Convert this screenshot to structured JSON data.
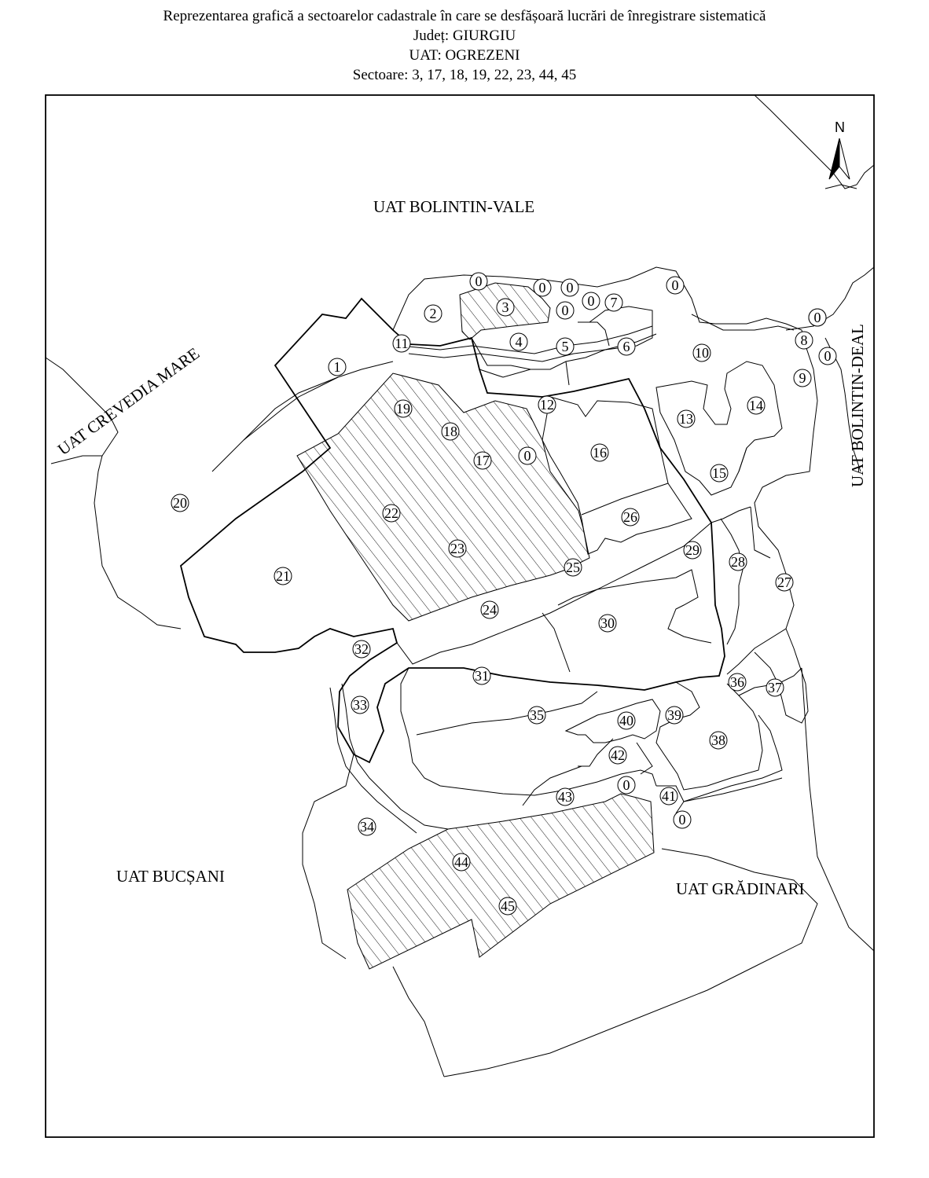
{
  "title": {
    "line1": "Reprezentarea grafică a sectoarelor cadastrale în care se desfășoară lucrări de înregistrare sistematică",
    "line2": "Județ: GIURGIU",
    "line3": "UAT: OGREZENI",
    "line4": "Sectoare: 3, 17, 18, 19, 22, 23, 44, 45"
  },
  "north_label": "N",
  "neighbors": {
    "north": "UAT BOLINTIN-VALE",
    "northwest": "UAT CREVEDIA MARE",
    "east": "UAT BOLINTIN-DEAL",
    "southwest": "UAT BUCȘANI",
    "southeast": "UAT GRĂDINARI"
  },
  "highlighted_sectors": [
    "3",
    "17",
    "18",
    "19",
    "22",
    "23",
    "44",
    "45"
  ],
  "sector_labels": [
    "0",
    "0",
    "0",
    "0",
    "3",
    "0",
    "0",
    "7",
    "0",
    "2",
    "1",
    "11",
    "4",
    "5",
    "6",
    "10",
    "0",
    "8",
    "0",
    "9",
    "13",
    "14",
    "19",
    "12",
    "18",
    "17",
    "0",
    "16",
    "15",
    "20",
    "22",
    "26",
    "23",
    "29",
    "28",
    "25",
    "21",
    "27",
    "24",
    "30",
    "32",
    "31",
    "36",
    "37",
    "33",
    "35",
    "39",
    "40",
    "38",
    "42",
    "0",
    "41",
    "43",
    "0",
    "34",
    "44",
    "45"
  ],
  "colors": {
    "line": "#000000",
    "background": "#ffffff"
  }
}
